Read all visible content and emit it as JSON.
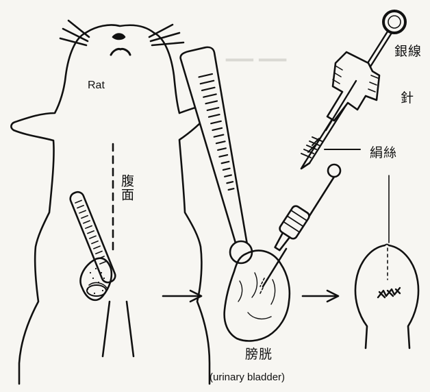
{
  "labels": {
    "rat": "Rat",
    "abdomen": "腹面",
    "silver_wire": "銀線",
    "needle": "針",
    "silk_thread": "絹絲",
    "bladder_cn": "膀胱",
    "bladder_en": "(urinary bladder)"
  },
  "colors": {
    "ink": "#111111",
    "paper": "#f7f6f2",
    "bleed_through": "#d9d8d3"
  }
}
